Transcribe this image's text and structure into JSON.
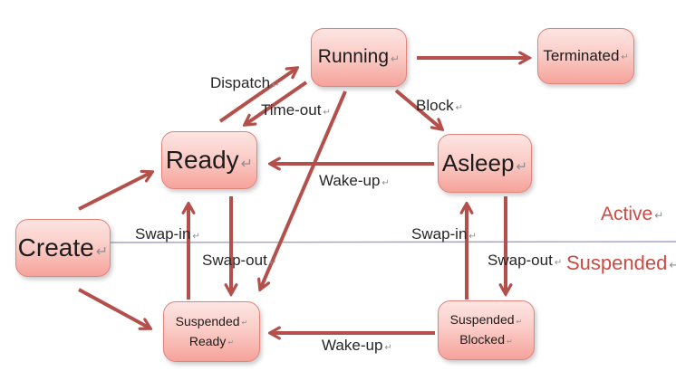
{
  "title": "Process state transition diagram",
  "mark": "↵",
  "colors": {
    "arrow": "#b4504b",
    "node_border": "#e0837b",
    "node_fill_top": "#fde5e2",
    "node_fill_bottom": "#f5a39b",
    "divider_line": "#a79fca",
    "region_label": "#cb4b42",
    "edge_label": "#262626"
  },
  "nodes": {
    "create": {
      "label": "Create"
    },
    "ready": {
      "label": "Ready"
    },
    "running": {
      "label": "Running"
    },
    "terminated": {
      "label": "Terminated"
    },
    "asleep": {
      "label": "Asleep"
    },
    "suspended_ready": {
      "line1": "Suspended",
      "line2": "Ready"
    },
    "suspended_blocked": {
      "line1": "Suspended",
      "line2": "Blocked"
    }
  },
  "edges": {
    "dispatch": "Dispatch",
    "timeout": "Time-out",
    "block": "Block",
    "wakeup_top": "Wake-up",
    "wakeup_bottom": "Wake-up",
    "swapin_left": "Swap-in",
    "swapout_left": "Swap-out",
    "swapin_right": "Swap-in",
    "swapout_right": "Swap-out"
  },
  "regions": {
    "active": "Active",
    "suspended": "Suspended"
  }
}
